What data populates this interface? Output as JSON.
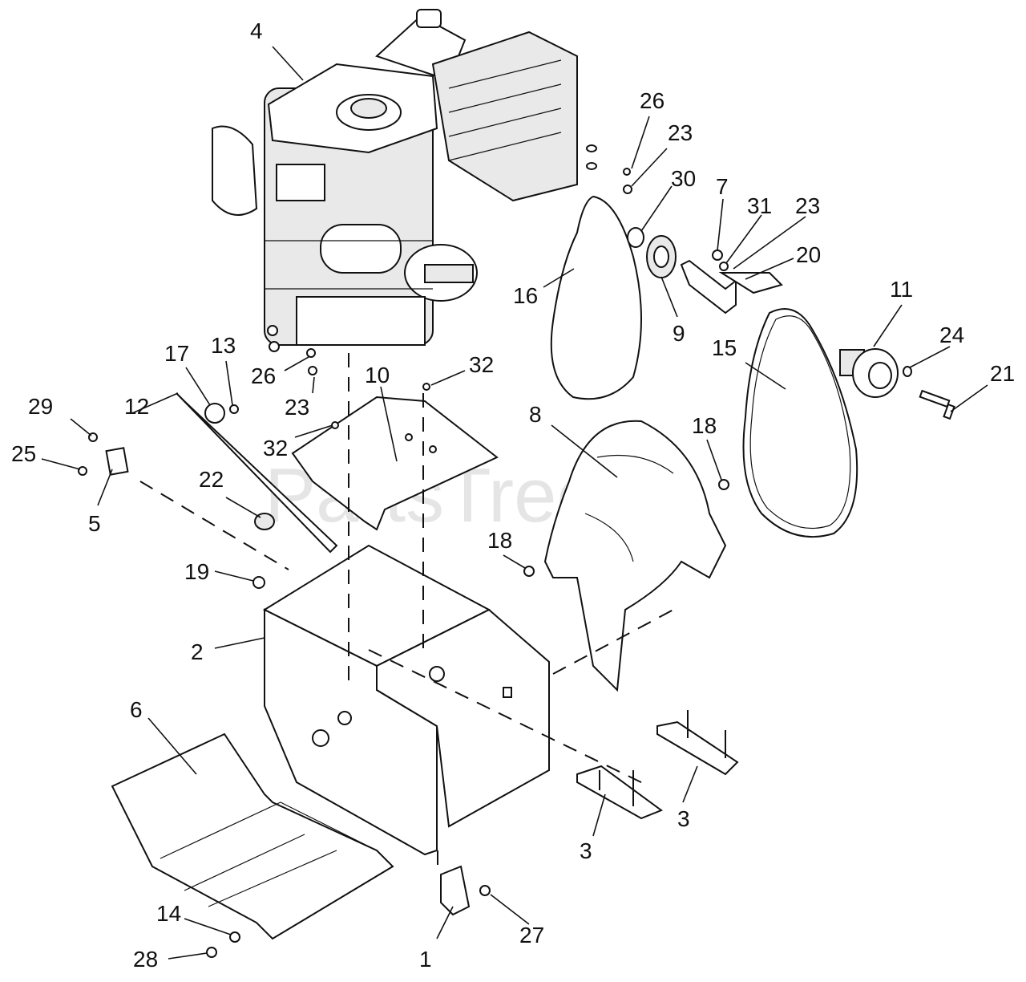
{
  "watermark": "PartsTree",
  "callouts": [
    "4",
    "26",
    "23",
    "30",
    "7",
    "31",
    "23",
    "20",
    "16",
    "9",
    "11",
    "24",
    "21",
    "15",
    "17",
    "13",
    "26",
    "23",
    "10",
    "32",
    "29",
    "12",
    "25",
    "5",
    "32",
    "22",
    "8",
    "18",
    "18",
    "19",
    "2",
    "6",
    "3",
    "3",
    "14",
    "28",
    "1",
    "27"
  ]
}
